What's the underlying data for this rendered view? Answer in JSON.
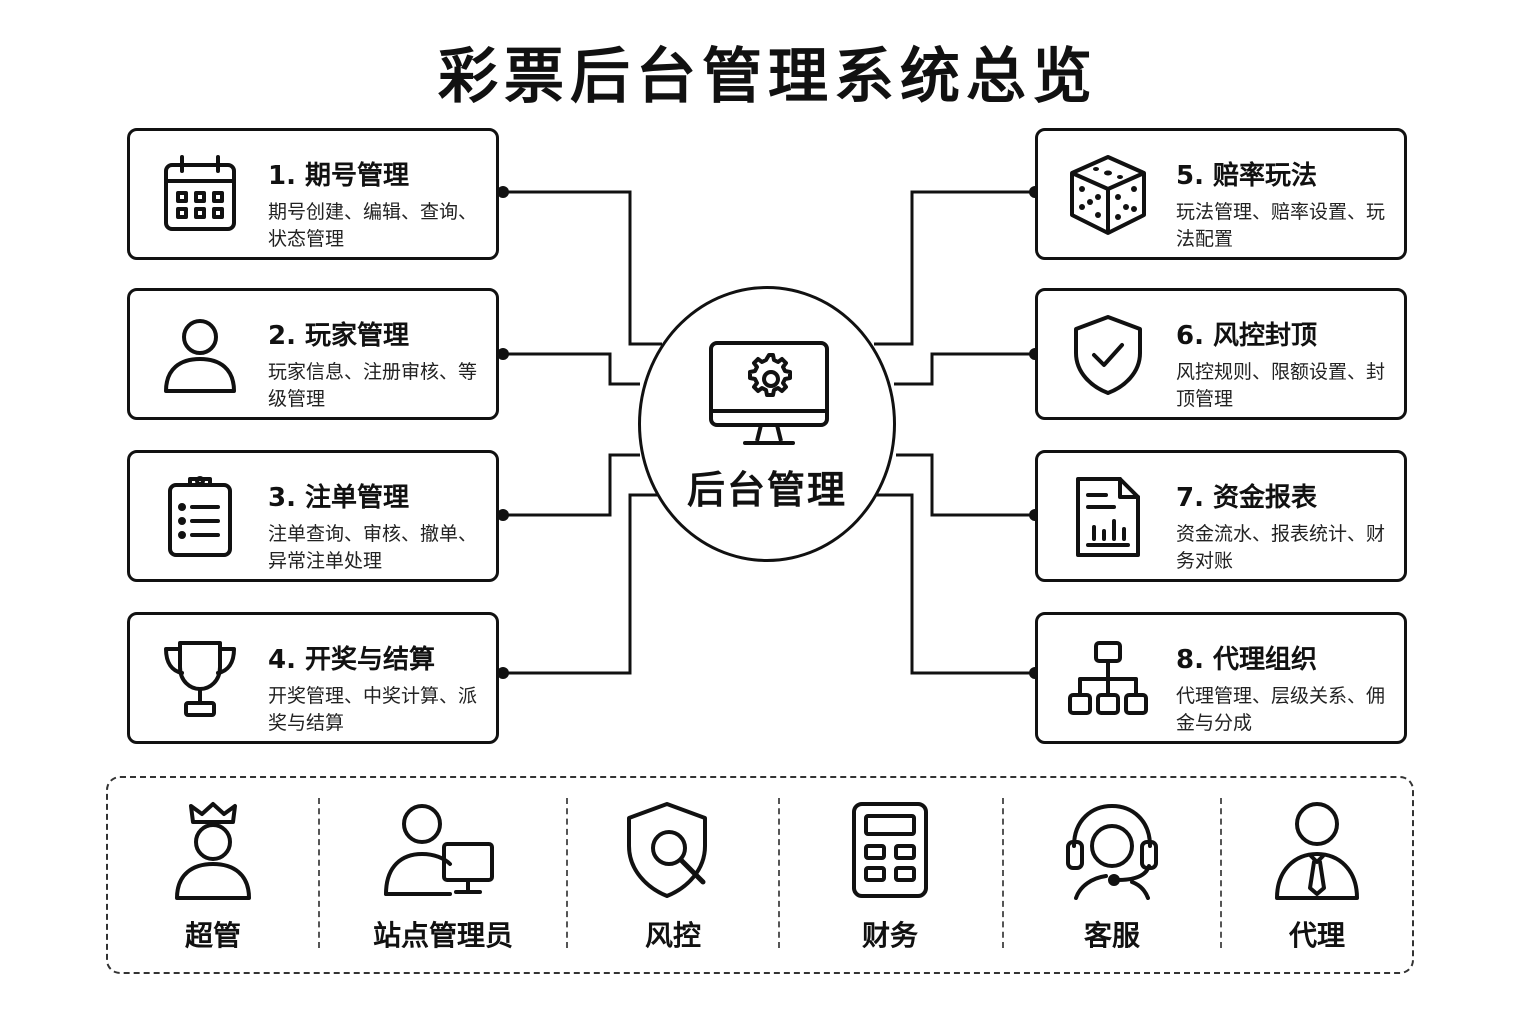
{
  "title": "彩票后台管理系统总览",
  "center": {
    "label": "后台管理",
    "icon": "monitor-gear-icon"
  },
  "modules": [
    {
      "title": "1. 期号管理",
      "desc": "期号创建、编辑、查询、状态管理",
      "icon": "calendar-icon"
    },
    {
      "title": "2. 玩家管理",
      "desc": "玩家信息、注册审核、等级管理",
      "icon": "user-icon"
    },
    {
      "title": "3. 注单管理",
      "desc": "注单查询、审核、撤单、异常注单处理",
      "icon": "clipboard-list-icon"
    },
    {
      "title": "4. 开奖与结算",
      "desc": "开奖管理、中奖计算、派奖与结算",
      "icon": "trophy-icon"
    },
    {
      "title": "5. 赔率玩法",
      "desc": "玩法管理、赔率设置、玩法配置",
      "icon": "dice-icon"
    },
    {
      "title": "6. 风控封顶",
      "desc": "风控规则、限额设置、封顶管理",
      "icon": "shield-check-icon"
    },
    {
      "title": "7. 资金报表",
      "desc": "资金流水、报表统计、财务对账",
      "icon": "report-chart-icon"
    },
    {
      "title": "8. 代理组织",
      "desc": "代理管理、层级关系、佣金与分成",
      "icon": "org-chart-icon"
    }
  ],
  "roles": [
    {
      "label": "超管",
      "icon": "crown-user-icon"
    },
    {
      "label": "站点管理员",
      "icon": "user-computer-icon"
    },
    {
      "label": "风控",
      "icon": "shield-search-icon"
    },
    {
      "label": "财务",
      "icon": "calculator-icon"
    },
    {
      "label": "客服",
      "icon": "headset-icon"
    },
    {
      "label": "代理",
      "icon": "user-tie-icon"
    }
  ],
  "colors": {
    "line": "#111111",
    "background": "#ffffff"
  }
}
